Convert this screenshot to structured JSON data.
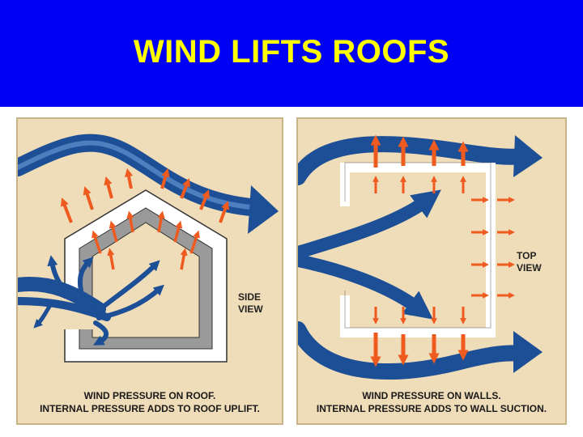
{
  "title": "WIND LIFTS ROOFS",
  "colors": {
    "title_bar": "#0000f4",
    "title_text": "#ffff00",
    "panel_bg": "#efdcb8",
    "wind_arrow": "#1d4f96",
    "pressure_arrow": "#ef5a1e",
    "house_wall": "#9a9a9a"
  },
  "side_panel": {
    "view_label_line1": "SIDE",
    "view_label_line2": "VIEW",
    "caption_line1": "WIND PRESSURE ON ROOF.",
    "caption_line2": "INTERNAL PRESSURE ADDS TO ROOF UPLIFT."
  },
  "top_panel": {
    "view_label_line1": "TOP",
    "view_label_line2": "VIEW",
    "caption_line1": "WIND PRESSURE ON WALLS.",
    "caption_line2": "INTERNAL PRESSURE ADDS TO WALL SUCTION."
  }
}
